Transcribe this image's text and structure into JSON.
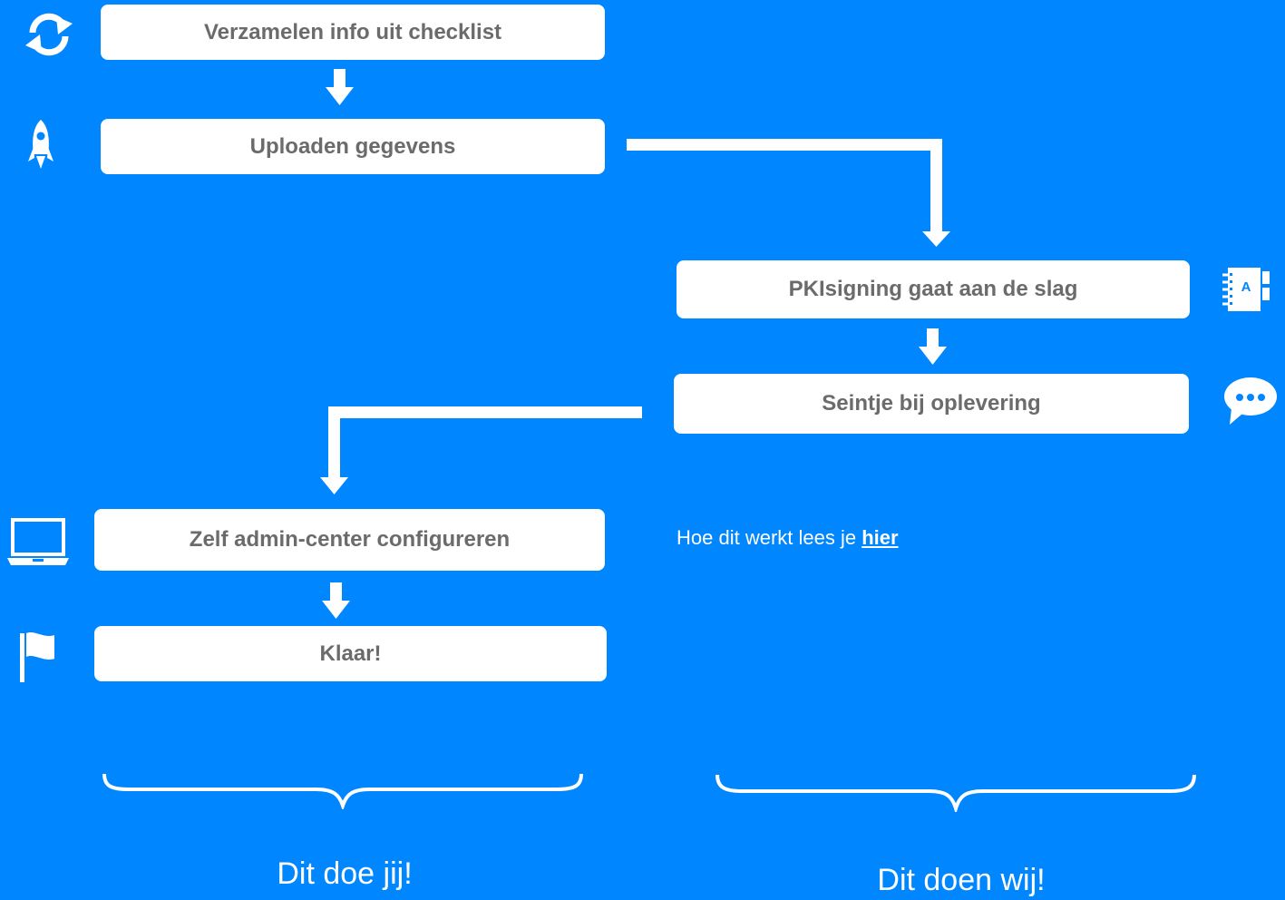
{
  "steps": {
    "collect": "Verzamelen info uit checklist",
    "upload": "Uploaden gegevens",
    "pki": "PKIsigning gaat aan de slag",
    "notify": "Seintje bij oplevering",
    "configure": "Zelf admin-center configureren",
    "done": "Klaar!"
  },
  "note": {
    "text": "Hoe dit werkt lees je ",
    "link": "hier"
  },
  "captions": {
    "you": "Dit doe jij!",
    "we": "Dit doen wij!"
  },
  "icons": {
    "collect": "sync-icon",
    "upload": "rocket-icon",
    "pki": "address-book-icon",
    "notify": "chat-bubble-icon",
    "configure": "laptop-icon",
    "done": "flag-icon"
  },
  "colors": {
    "background": "#0086ff",
    "box": "#ffffff",
    "box_text": "#6b6b6b",
    "foreground": "#ffffff"
  }
}
